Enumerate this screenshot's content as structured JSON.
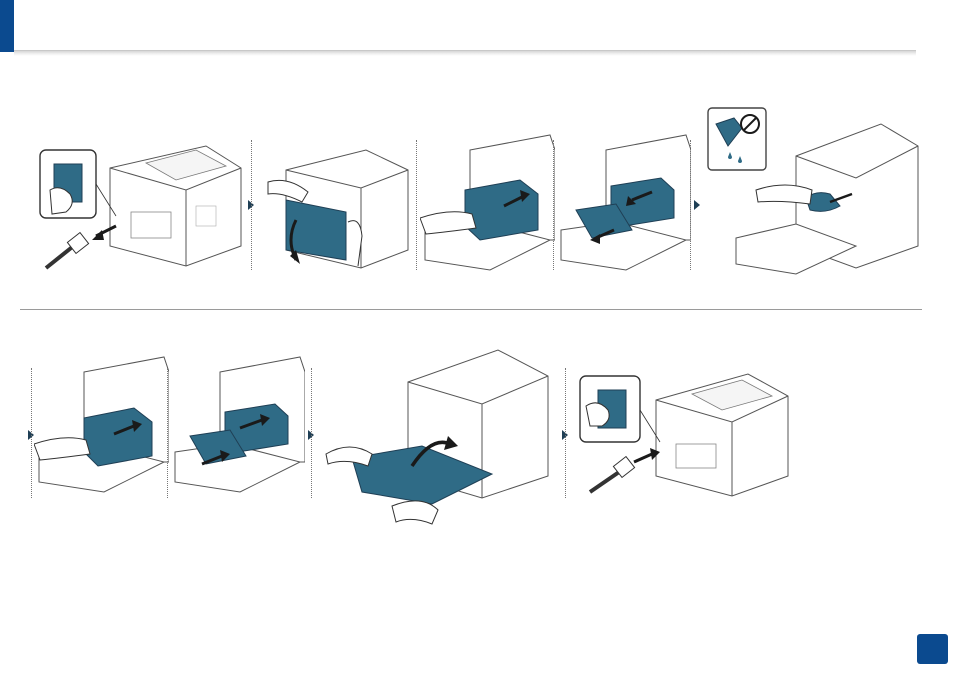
{
  "header": {
    "title": ""
  },
  "footer": {
    "page_number": ""
  },
  "colors": {
    "accent": "#0b4a8f",
    "toner_blue": "#2f6b86",
    "line": "#444444"
  },
  "steps": {
    "row1": [
      "unplug-power-cord",
      "open-front-cover",
      "remove-toner-cartridge",
      "remove-imaging-unit",
      "clean-inside-no-liquid"
    ],
    "row2": [
      "reinsert-toner-cartridge",
      "reinsert-imaging-unit",
      "close-front-cover",
      "plug-in-power-cord"
    ]
  },
  "icons": [
    "hand-icon",
    "printer-icon",
    "power-plug-icon",
    "power-switch-icon",
    "no-liquid-icon",
    "arrow-icon"
  ]
}
